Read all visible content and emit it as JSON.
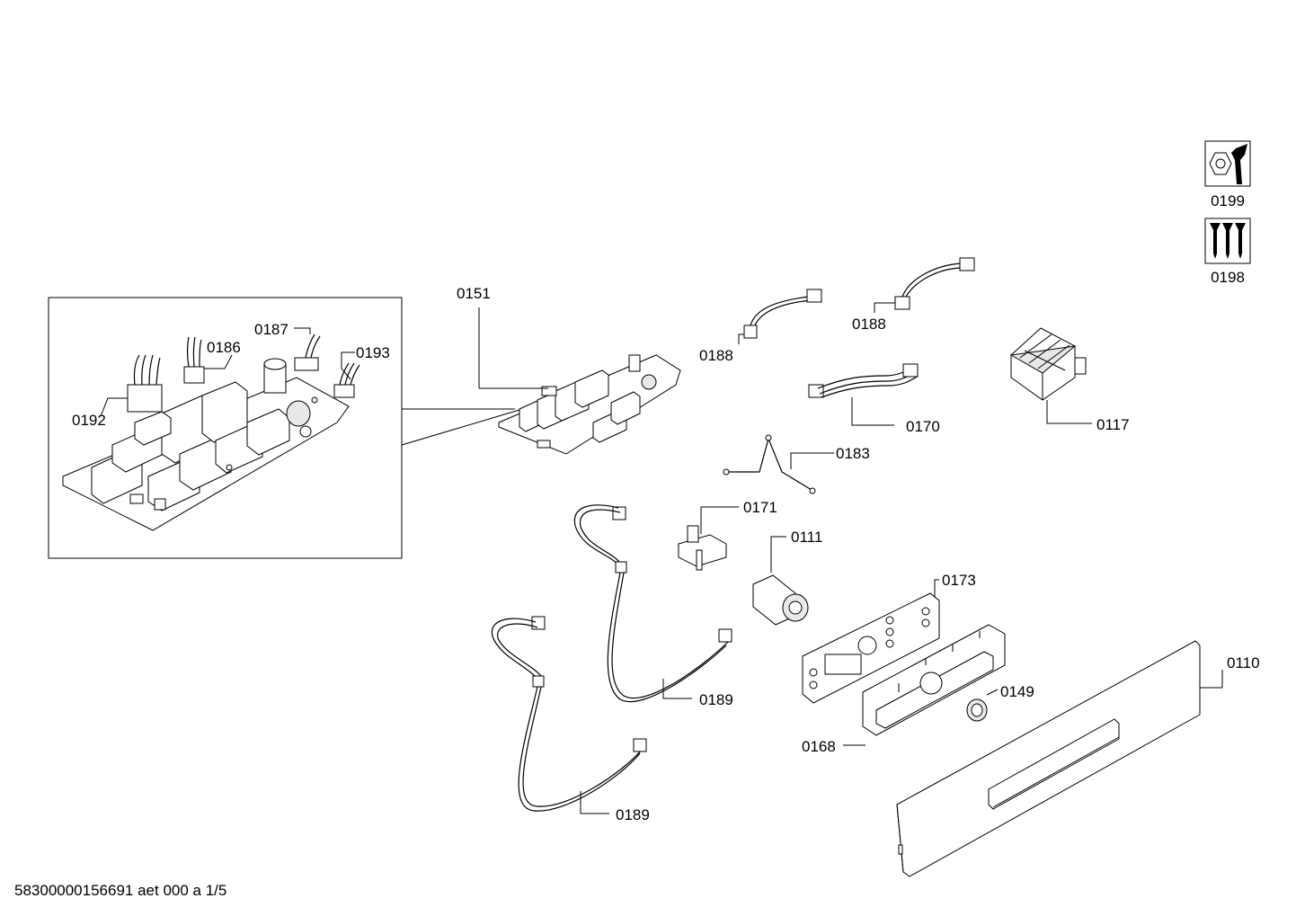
{
  "footer": {
    "doc_id": "58300000156691 aet 000 a 1/5"
  },
  "icons": {
    "tool": {
      "name": "wrench-nut-icon",
      "label": "0199"
    },
    "screws": {
      "name": "screws-icon",
      "label": "0198"
    }
  },
  "labels": {
    "p0151": "0151",
    "p0187": "0187",
    "p0186": "0186",
    "p0193": "0193",
    "p0192": "0192",
    "p0188a": "0188",
    "p0188b": "0188",
    "p0170": "0170",
    "p0117": "0117",
    "p0183": "0183",
    "p0171": "0171",
    "p0111": "0111",
    "p0173": "0173",
    "p0110": "0110",
    "p0149": "0149",
    "p0168": "0168",
    "p0189a": "0189",
    "p0189b": "0189"
  }
}
